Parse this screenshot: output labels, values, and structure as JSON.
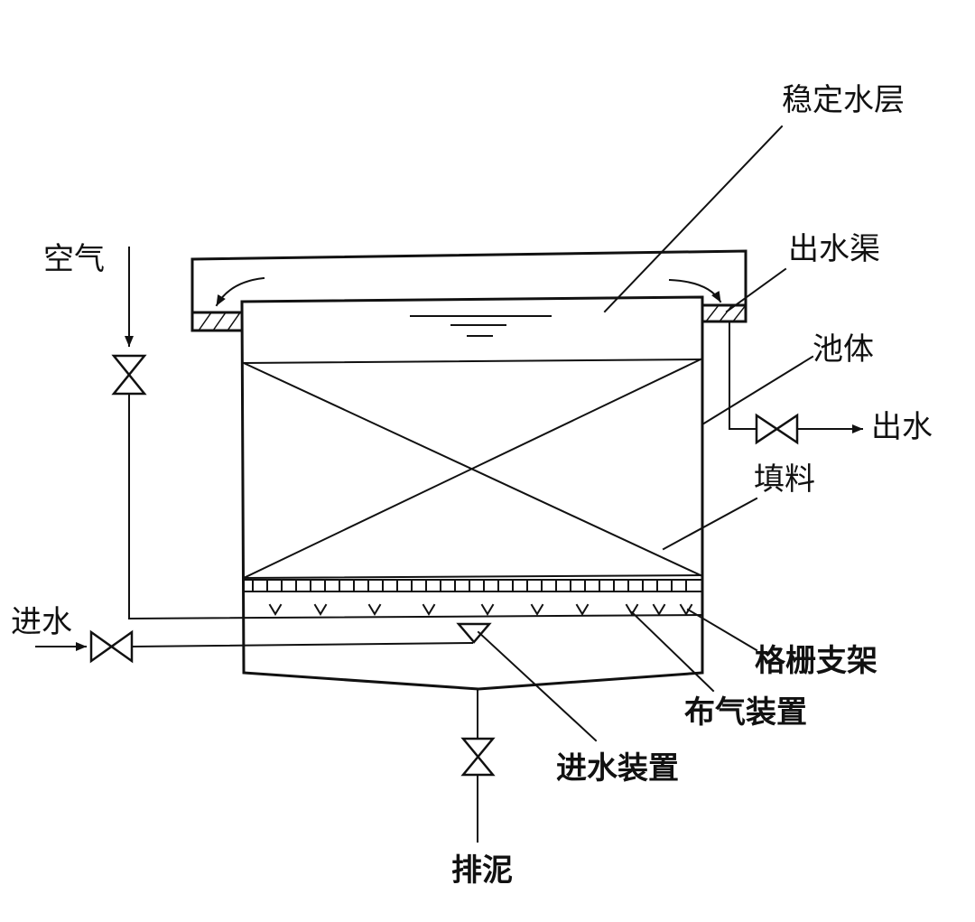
{
  "labels": {
    "stable_water_layer": "稳定水层",
    "outlet_channel": "出水渠",
    "tank_body": "池体",
    "outlet": "出水",
    "media": "填料",
    "air": "空气",
    "inlet": "进水",
    "grid_support": "格栅支架",
    "aeration_device": "布气装置",
    "inlet_device": "进水装置",
    "sludge_discharge": "排泥"
  },
  "colors": {
    "stroke": "#111111",
    "background": "#ffffff"
  }
}
